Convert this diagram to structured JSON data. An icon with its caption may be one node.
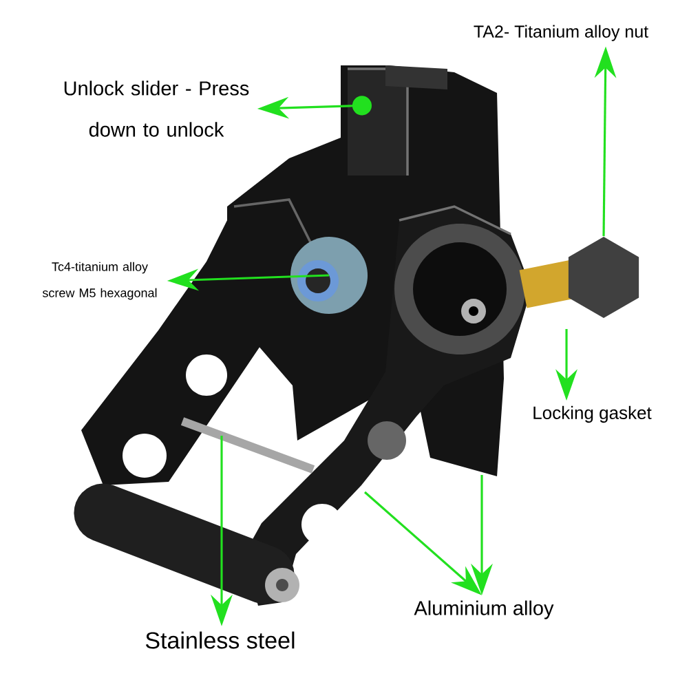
{
  "diagram": {
    "nodes": [
      {
        "text": [
          "Unlock slider - Press down to unlock"
        ]
      },
      {
        "text": [
          "TA2- Titanium alloy nut"
        ]
      },
      {
        "text": [
          "Tc4-titanium alloy screw M5 hexagonal"
        ]
      },
      {
        "text": [
          "Locking gasket"
        ]
      },
      {
        "text": [
          "Aluminium alloy"
        ]
      },
      {
        "text": [
          "Stainless steel"
        ]
      },
      {
        "text": [],
        "shape": "hexagon"
      },
      {
        "text": [],
        "shape": "circle"
      }
    ],
    "edges": [
      {
        "from": null,
        "to": 0,
        "arrow": "to"
      },
      {
        "from": 6,
        "to": 1,
        "arrow": "to"
      },
      {
        "from": 7,
        "to": 2,
        "arrow": "to"
      },
      {
        "from": null,
        "to": 3,
        "arrow": "to"
      },
      {
        "from": null,
        "to": 4,
        "arrow": "to"
      },
      {
        "from": null,
        "to": 4,
        "arrow": "to"
      },
      {
        "from": null,
        "to": 5,
        "arrow": "to"
      }
    ]
  }
}
